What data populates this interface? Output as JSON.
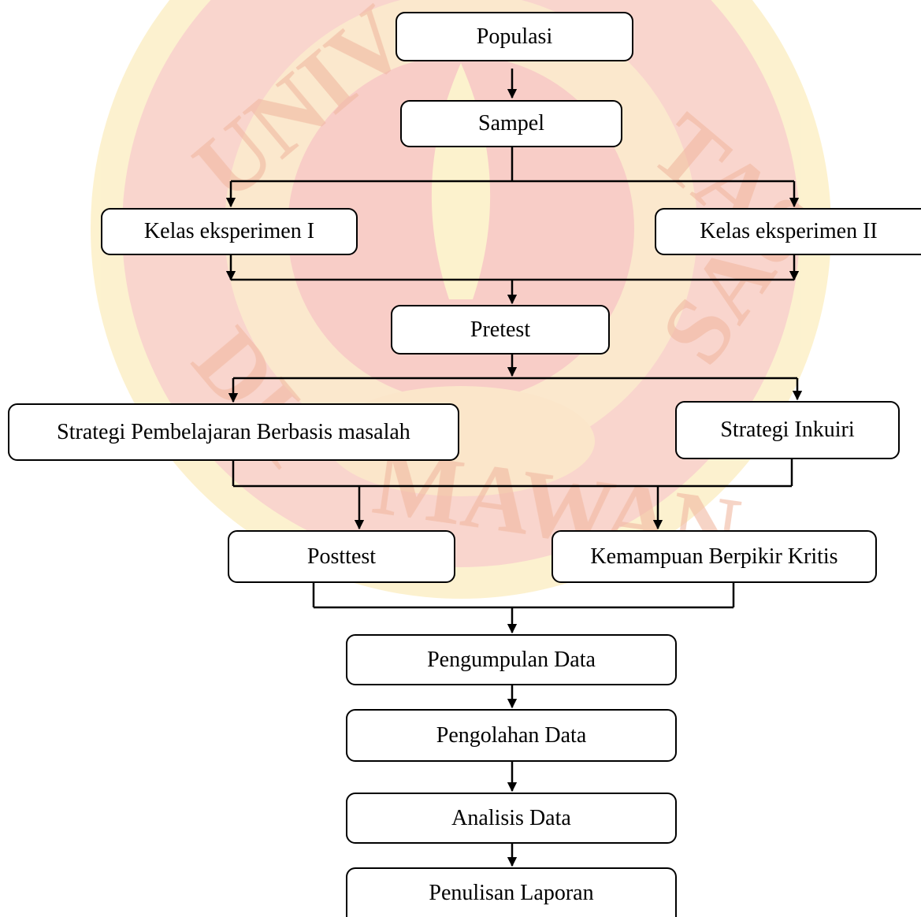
{
  "diagram": {
    "nodes": {
      "populasi": "Populasi",
      "sampel": "Sampel",
      "kelas1": "Kelas eksperimen I",
      "kelas2": "Kelas eksperimen II",
      "pretest": "Pretest",
      "strategi_pbm": "Strategi Pembelajaran Berbasis masalah",
      "strategi_inkuiri": "Strategi Inkuiri",
      "posttest": "Posttest",
      "kemampuan": "Kemampuan Berpikir Kritis",
      "pengumpulan": "Pengumpulan Data",
      "pengolahan": "Pengolahan Data",
      "analisis": "Analisis Data",
      "penulisan": "Penulisan Laporan"
    },
    "watermark": {
      "name": "university-seal-watermark",
      "colors": {
        "red": "#f7c6c6",
        "yellow": "#faf0b8",
        "text": "#f3c9b0"
      }
    },
    "line_color": "#000000"
  }
}
